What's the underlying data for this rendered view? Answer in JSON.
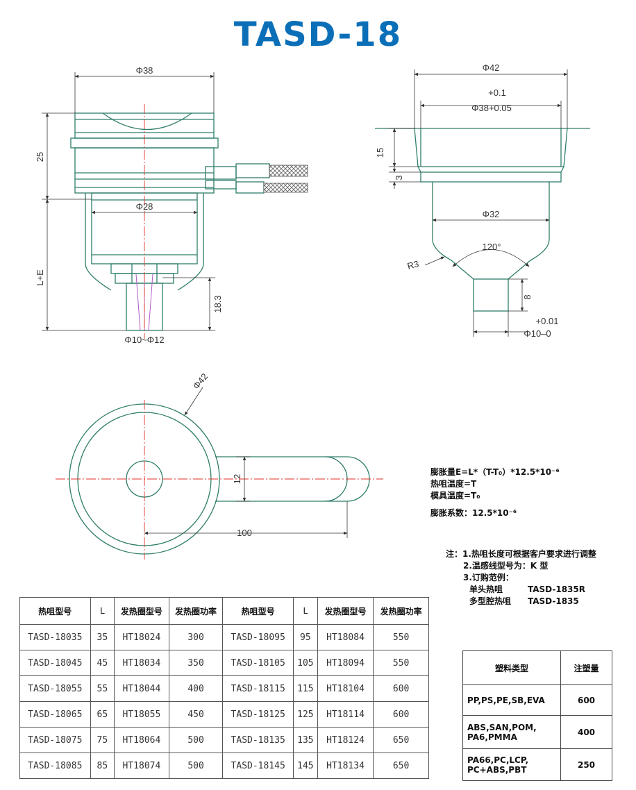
{
  "title": "TASD-18",
  "dimensions": {
    "side_top_dia": "Φ38",
    "side_height": "25",
    "side_body_dia": "Φ28",
    "side_le": "L+E",
    "side_tip_len": "18.3",
    "side_tip_dia": "Φ10~Φ12",
    "cut_outer_dia": "Φ42",
    "cut_tol_upper": "+0.1",
    "cut_bore_dia": "Φ38+0.05",
    "cut_depth": "15",
    "cut_step": "3",
    "cut_body_dia": "Φ32",
    "cut_angle": "120°",
    "cut_radius": "R3",
    "cut_tip_len": "8",
    "cut_tip_tol": "+0.01",
    "cut_tip_dia": "Φ10–0",
    "top_dia": "Φ42",
    "top_width": "12",
    "top_length": "100"
  },
  "formula": {
    "line1": "膨胀量E=L*（T-T₀）*12.5*10⁻⁶",
    "line2": "热咀温度=T",
    "line3": "模具温度=T₀",
    "line4": "膨胀系数：12.5*10⁻⁶"
  },
  "notes": {
    "label": "注：",
    "n1": "1.热咀长度可根据客户要求进行调整",
    "n2": "2.温感线型号为：K 型",
    "n3": "3.订购范例：",
    "ex1_label": "单头热咀",
    "ex1_value": "TASD-1835R",
    "ex2_label": "多型腔热咀",
    "ex2_value": "TASD-1835"
  },
  "spec_table": {
    "headers": [
      "热咀型号",
      "L",
      "发热圈型号",
      "发热圈功率",
      "热咀型号",
      "L",
      "发热圈型号",
      "发热圈功率"
    ],
    "rows": [
      [
        "TASD-18035",
        "35",
        "HT18024",
        "300",
        "TASD-18095",
        "95",
        "HT18084",
        "550"
      ],
      [
        "TASD-18045",
        "45",
        "HT18034",
        "350",
        "TASD-18105",
        "105",
        "HT18094",
        "550"
      ],
      [
        "TASD-18055",
        "55",
        "HT18044",
        "400",
        "TASD-18115",
        "115",
        "HT18104",
        "600"
      ],
      [
        "TASD-18065",
        "65",
        "HT18055",
        "450",
        "TASD-18125",
        "125",
        "HT18114",
        "600"
      ],
      [
        "TASD-18075",
        "75",
        "HT18064",
        "500",
        "TASD-18135",
        "135",
        "HT18124",
        "650"
      ],
      [
        "TASD-18085",
        "85",
        "HT18074",
        "500",
        "TASD-18145",
        "145",
        "HT18134",
        "650"
      ]
    ]
  },
  "resin_table": {
    "headers": [
      "塑料类型",
      "注塑量"
    ],
    "rows": [
      [
        "PP,PS,PE,SB,EVA",
        "600"
      ],
      [
        "ABS,SAN,POM,\nPA6,PMMA",
        "400"
      ],
      [
        "PA66,PC,LCP,\nPC+ABS,PBT",
        "250"
      ]
    ]
  },
  "colors": {
    "title": "#0b6fb8",
    "outline": "#2e7d6a",
    "centerline": "#e0302a",
    "dimension": "#333333"
  }
}
